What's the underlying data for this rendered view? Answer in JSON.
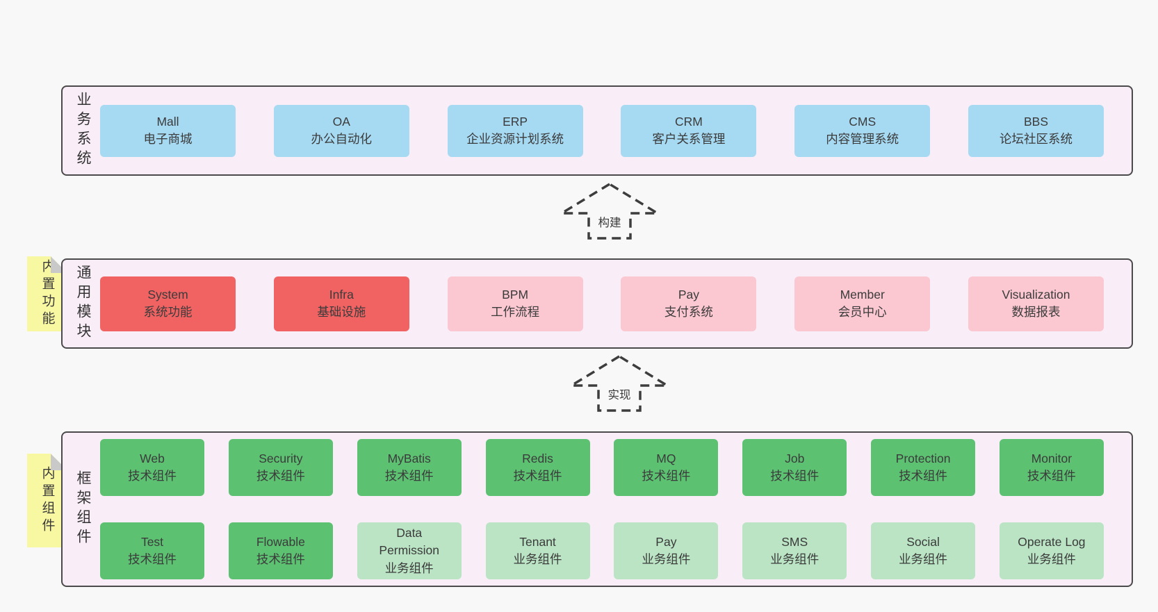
{
  "diagram": {
    "arrows": [
      {
        "label": "构建"
      },
      {
        "label": "实现"
      }
    ],
    "sections": [
      {
        "label": "业务系统",
        "boxes": [
          {
            "en": "Mall",
            "zh": "电子商城"
          },
          {
            "en": "OA",
            "zh": "办公自动化"
          },
          {
            "en": "ERP",
            "zh": "企业资源计划系统"
          },
          {
            "en": "CRM",
            "zh": "客户关系管理"
          },
          {
            "en": "CMS",
            "zh": "内容管理系统"
          },
          {
            "en": "BBS",
            "zh": "论坛社区系统"
          }
        ]
      },
      {
        "label": "通用模块",
        "sticky": "内置功能",
        "boxes": [
          {
            "en": "System",
            "zh": "系统功能"
          },
          {
            "en": "Infra",
            "zh": "基础设施"
          },
          {
            "en": "BPM",
            "zh": "工作流程"
          },
          {
            "en": "Pay",
            "zh": "支付系统"
          },
          {
            "en": "Member",
            "zh": "会员中心"
          },
          {
            "en": "Visualization",
            "zh": "数据报表"
          }
        ]
      },
      {
        "label": "框架组件",
        "sticky": "内置组件",
        "rows": [
          [
            {
              "en": "Web",
              "zh": "技术组件"
            },
            {
              "en": "Security",
              "zh": "技术组件"
            },
            {
              "en": "MyBatis",
              "zh": "技术组件"
            },
            {
              "en": "Redis",
              "zh": "技术组件"
            },
            {
              "en": "MQ",
              "zh": "技术组件"
            },
            {
              "en": "Job",
              "zh": "技术组件"
            },
            {
              "en": "Protection",
              "zh": "技术组件"
            },
            {
              "en": "Monitor",
              "zh": "技术组件"
            }
          ],
          [
            {
              "en": "Test",
              "zh": "技术组件"
            },
            {
              "en": "Flowable",
              "zh": "技术组件"
            },
            {
              "en": "Data Permission",
              "zh": "业务组件"
            },
            {
              "en": "Tenant",
              "zh": "业务组件"
            },
            {
              "en": "Pay",
              "zh": "业务组件"
            },
            {
              "en": "SMS",
              "zh": "业务组件"
            },
            {
              "en": "Social",
              "zh": "业务组件"
            },
            {
              "en": "Operate Log",
              "zh": "业务组件"
            }
          ]
        ]
      }
    ],
    "colors": {
      "page_bg": "#f8f8f8",
      "panel_bg": "#f9eef7",
      "panel_border": "#4a4a4a",
      "business_box": "#a6d9f2",
      "core_module_box": "#f16262",
      "optional_module_box": "#fbc7d1",
      "tech_component_box": "#5cc272",
      "biz_component_box": "#bae4c4",
      "sticky_note": "#f9f8a2",
      "sticky_fold": "#c9c9c9",
      "text": "#3b3b3b"
    }
  }
}
